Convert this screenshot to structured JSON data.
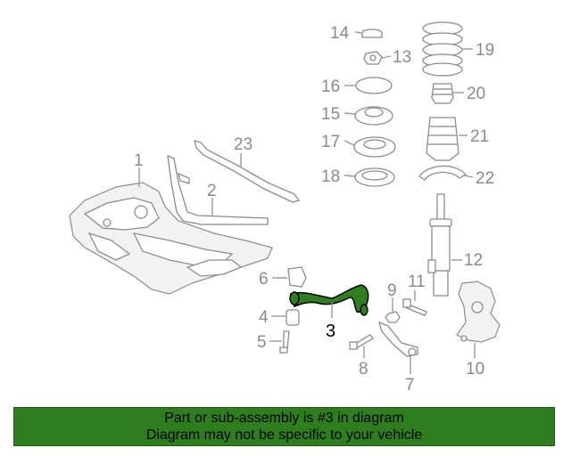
{
  "callouts": {
    "c1": "1",
    "c2": "2",
    "c3": "3",
    "c4": "4",
    "c5": "5",
    "c6": "6",
    "c7": "7",
    "c8": "8",
    "c9": "9",
    "c10": "10",
    "c11": "11",
    "c12": "12",
    "c13": "13",
    "c14": "14",
    "c15": "15",
    "c16": "16",
    "c17": "17",
    "c18": "18",
    "c19": "19",
    "c20": "20",
    "c21": "21",
    "c22": "22",
    "c23": "23"
  },
  "highlight": {
    "part_number": "3",
    "color": "#2e7d1e"
  },
  "caption": {
    "line1": "Part or sub-assembly is #3 in diagram",
    "line2": "Diagram may not be specific to your vehicle",
    "background": "#2e7d1e"
  }
}
